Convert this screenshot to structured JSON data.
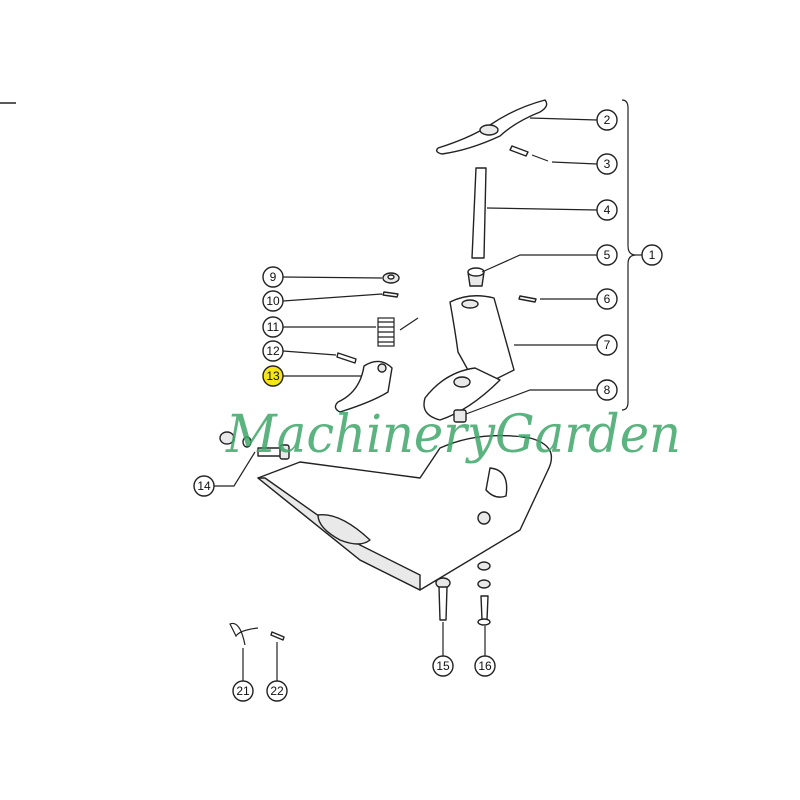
{
  "diagram": {
    "title": "Exploded parts diagram",
    "callouts": [
      {
        "label": "1"
      },
      {
        "label": "2"
      },
      {
        "label": "3"
      },
      {
        "label": "4"
      },
      {
        "label": "5"
      },
      {
        "label": "6"
      },
      {
        "label": "7"
      },
      {
        "label": "8"
      },
      {
        "label": "9"
      },
      {
        "label": "10"
      },
      {
        "label": "11"
      },
      {
        "label": "12"
      },
      {
        "label": "13"
      },
      {
        "label": "14"
      },
      {
        "label": "15"
      },
      {
        "label": "16"
      },
      {
        "label": "21"
      },
      {
        "label": "22"
      }
    ],
    "highlighted_callout": "13",
    "highlight_color": "#f5e614",
    "watermark": "MachineryGarden",
    "watermark_color": "#3fa66a"
  }
}
